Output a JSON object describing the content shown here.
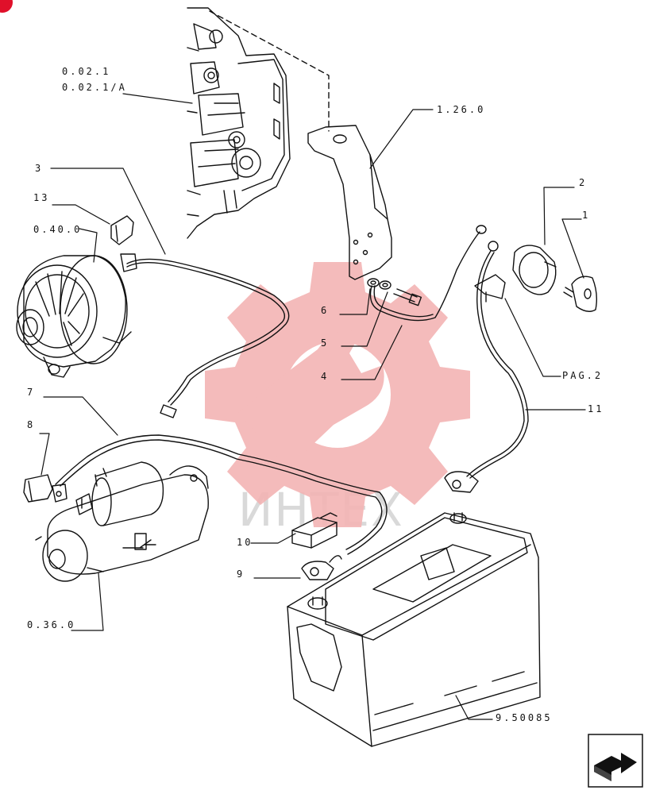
{
  "colors": {
    "line": "#111111",
    "watermark": "#f3b4b4",
    "watermark_text": "#d9d9d9",
    "corner_marker": "#e0102a"
  },
  "watermark": {
    "text": "ИНТЕХ",
    "logo": "gear-wrench-logo"
  },
  "callouts": {
    "engine_ref": "0.02.1",
    "engine_ref_alt": "0.02.1/A",
    "bracket_ref": "1.26.0",
    "alternator_ref": "0.40.0",
    "starter_ref": "0.36.0",
    "battery_ref": "9.50085",
    "switch_page_ref": "PAG.2",
    "n1": "1",
    "n2": "2",
    "n3": "3",
    "n4": "4",
    "n5": "5",
    "n6": "6",
    "n7": "7",
    "n8": "8",
    "n9": "9",
    "n10": "10",
    "n11": "11",
    "n13": "13"
  },
  "navigation": {
    "next_icon": "next-page-arrow-icon"
  }
}
